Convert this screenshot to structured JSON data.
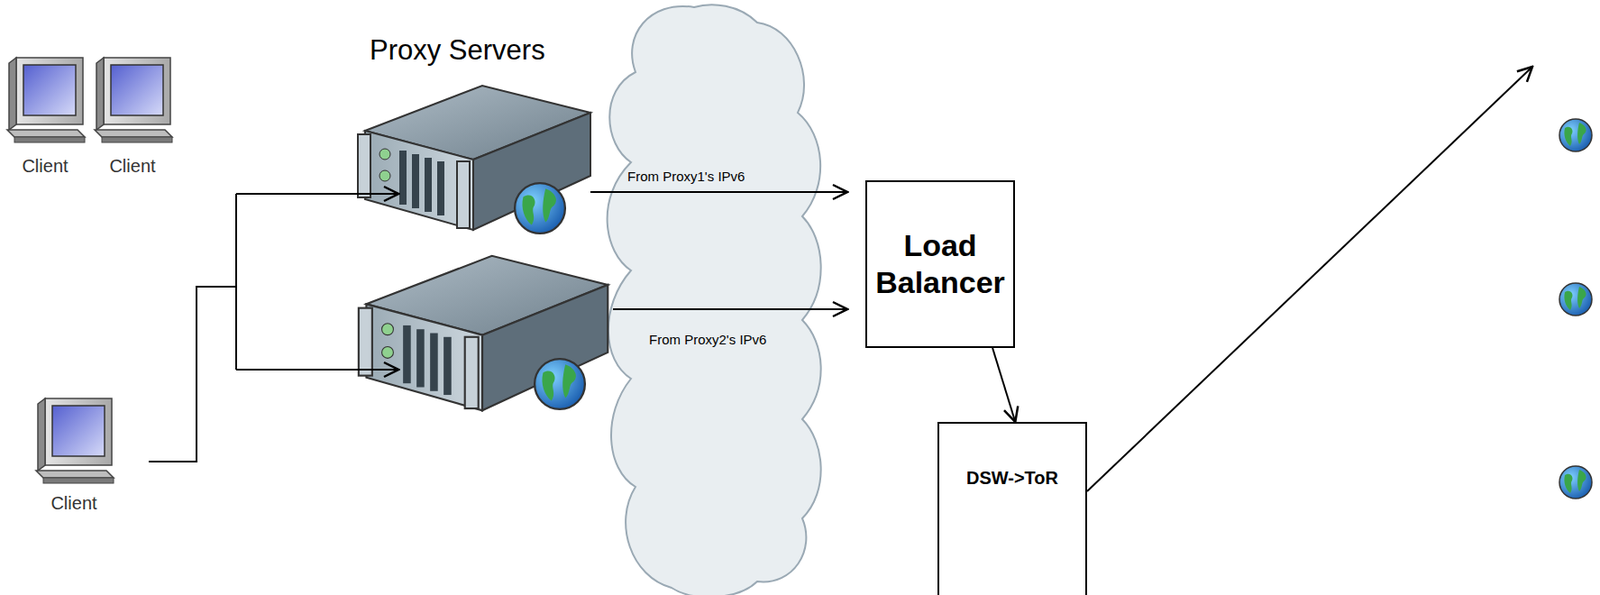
{
  "diagram": {
    "nodes": [
      {
        "text": [
          "Client"
        ]
      },
      {
        "text": [
          "Client"
        ]
      },
      {
        "text": [
          "Client"
        ]
      },
      {
        "text": [
          "Load Balancer"
        ]
      },
      {
        "text": [
          "DSW->ToR"
        ]
      }
    ],
    "edges": [
      {
        "from": 3,
        "to": 4,
        "arrow": "to"
      }
    ],
    "labels": [
      "Proxy Servers",
      "From Proxy1's IPv6",
      "From Proxy2's IPv6"
    ]
  }
}
